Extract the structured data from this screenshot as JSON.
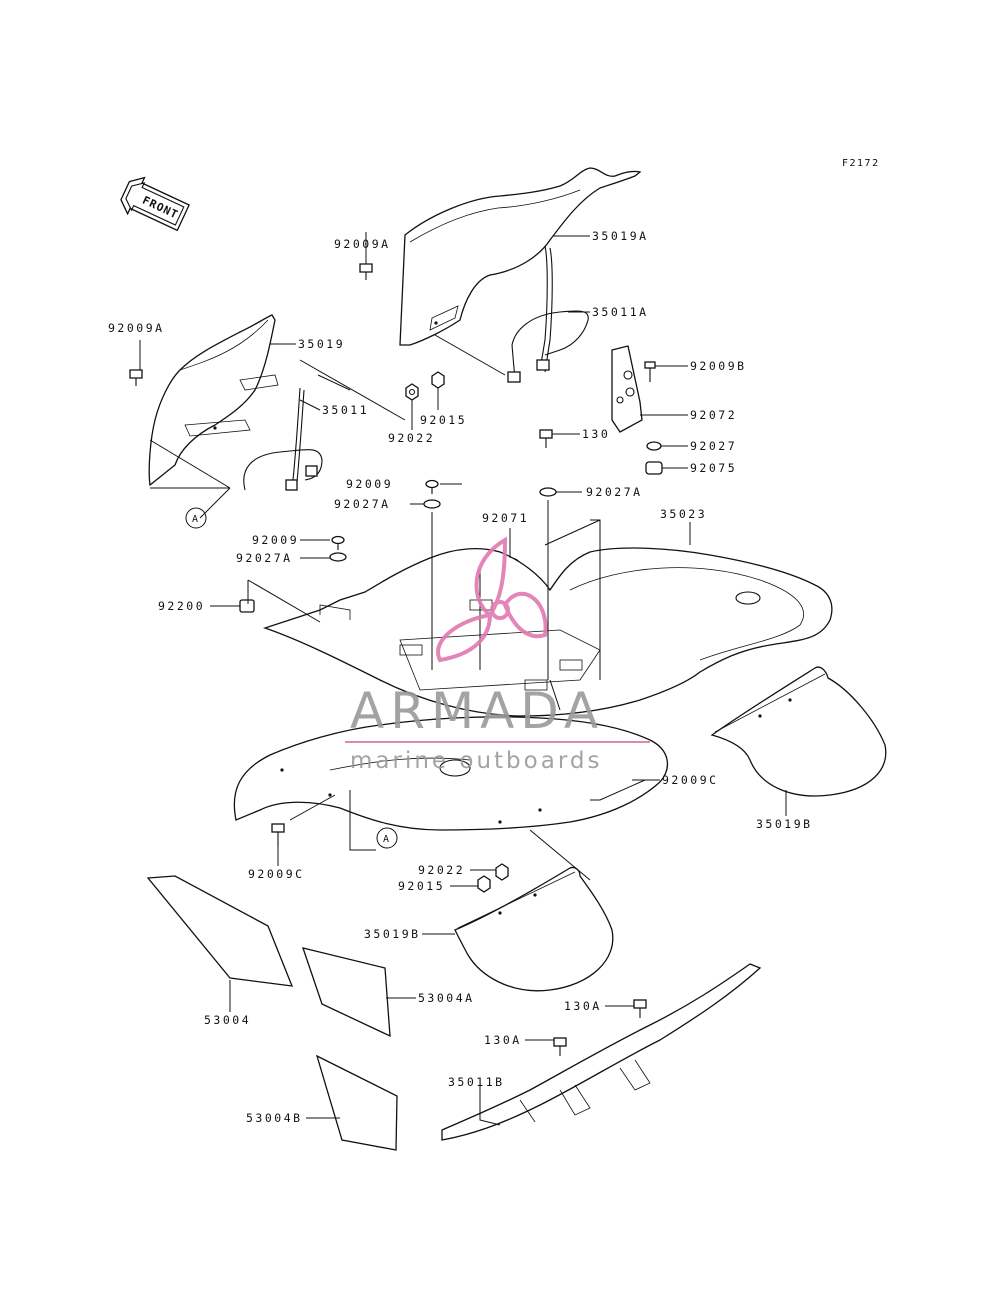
{
  "figure_code": "F2172",
  "front_label": "FRONT",
  "watermark": {
    "brand": "ARMADA",
    "tagline": "marine outboards",
    "color": "#e07ab0"
  },
  "callout_letter": "A",
  "part_labels": [
    "35019A",
    "92009A",
    "35011A",
    "92009A",
    "35019",
    "35011",
    "92022",
    "92015",
    "92009B",
    "92072",
    "92027",
    "92075",
    "130",
    "92027A",
    "92009",
    "92027A",
    "92071",
    "35023",
    "92009",
    "92027A",
    "92200",
    "92009C",
    "35019B",
    "92009C",
    "92022",
    "92015",
    "35019B",
    "53004",
    "53004A",
    "130A",
    "130A",
    "35011B",
    "53004B"
  ]
}
